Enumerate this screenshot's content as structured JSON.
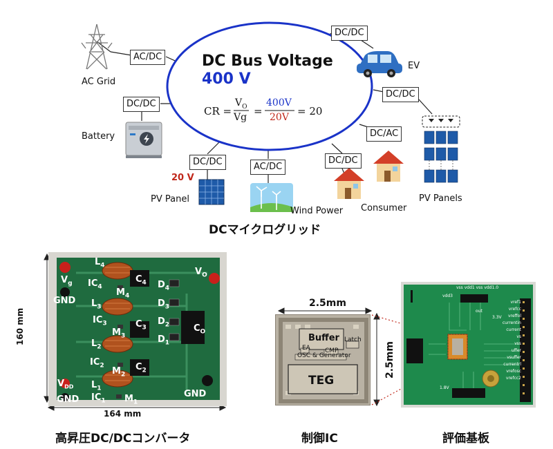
{
  "microgrid": {
    "bus_title": "DC Bus Voltage",
    "bus_voltage": "400 V",
    "cr_formula": {
      "lhs": "CR =",
      "vo": "V",
      "vo_sub": "O",
      "vg": "Vg",
      "eq1": "=",
      "num": "400V",
      "den": "20V",
      "eq2": "= 20"
    },
    "sources": {
      "ac_grid": "AC Grid",
      "battery": "Battery",
      "pv_panel": "PV Panel",
      "pv_voltage": "20 V",
      "wind": "Wind Power",
      "consumer": "Consumer",
      "pv_panels": "PV Panels",
      "ev": "EV"
    },
    "converters": {
      "ac_grid": "AC/DC",
      "battery": "DC/DC",
      "pv_panel": "DC/DC",
      "wind": "AC/DC",
      "consumer_dc": "DC/DC",
      "consumer_ac": "DC/AC",
      "pv_panels": "DC/DC",
      "ev": "DC/DC"
    },
    "caption": "DCマイクログリッド"
  },
  "converter_board": {
    "caption": "高昇圧DC/DCコンバータ",
    "height_dim": "160 mm",
    "width_dim": "164 mm",
    "labels": {
      "L4": "L",
      "L4s": "4",
      "L3": "L",
      "L3s": "3",
      "L2": "L",
      "L2s": "2",
      "L1": "L",
      "L1s": "1",
      "IC4": "IC",
      "IC4s": "4",
      "IC3": "IC",
      "IC3s": "3",
      "IC2": "IC",
      "IC2s": "2",
      "IC1": "IC",
      "IC1s": "1",
      "M4": "M",
      "M4s": "4",
      "M3": "M",
      "M3s": "3",
      "M2": "M",
      "M2s": "2",
      "M1": "M",
      "M1s": "1",
      "C4": "C",
      "C4s": "4",
      "C3": "C",
      "C3s": "3",
      "C2": "C",
      "C2s": "2",
      "D4": "D",
      "D4s": "4",
      "D3": "D",
      "D3s": "3",
      "D2": "D",
      "D2s": "2",
      "D1": "D",
      "D1s": "1",
      "CO": "C",
      "COs": "O",
      "Vg": "V",
      "Vgs": "g",
      "VO": "V",
      "VOs": "O",
      "VDD": "V",
      "VDDs": "DD",
      "GND_left_top": "GND",
      "GND_left_bottom": "GND",
      "GND_right": "GND"
    }
  },
  "control_ic": {
    "caption": "制御IC",
    "width_dim": "2.5mm",
    "height_dim": "2.5mm",
    "blocks": {
      "buffer": "Buffer",
      "latch": "Latch",
      "ea": "EA",
      "cmp": "CMP",
      "osc": "OSC & Generator",
      "teg": "TEG"
    }
  },
  "eval_board": {
    "caption": "評価基板",
    "pins_top": "vss vdd1 vss vdd1.0",
    "pin_vdd3": "vdd3",
    "pin_out": "out",
    "pin_3v3": "3.3V",
    "pin_1v8": "1.8V",
    "pins_right": [
      "vref1",
      "vrefcc",
      "vreffol",
      "currentin",
      "current",
      "vs",
      "vss",
      "uffer",
      "vsuffer",
      "currentrl",
      "vrefosc",
      "vrefcc2"
    ]
  }
}
